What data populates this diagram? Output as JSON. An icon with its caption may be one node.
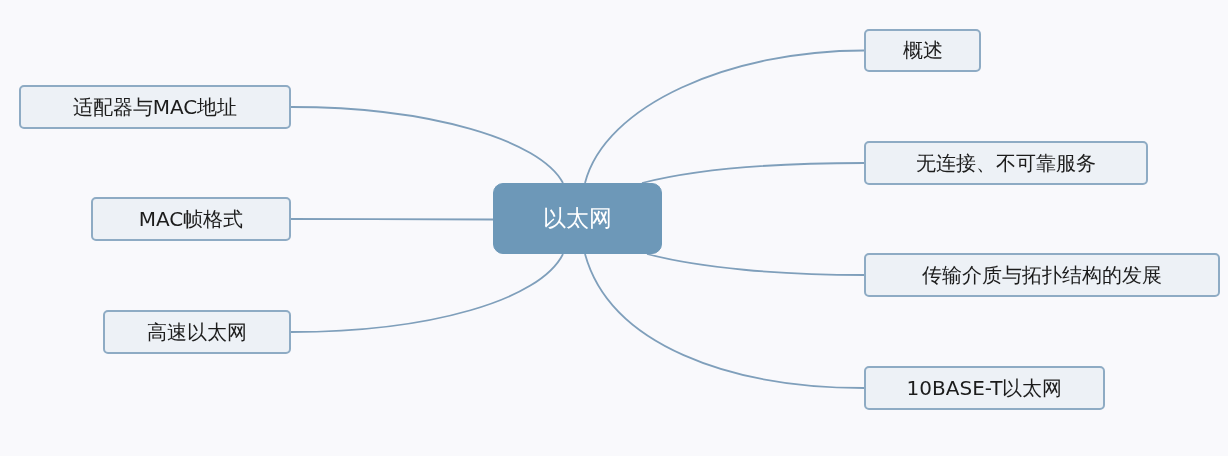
{
  "diagram": {
    "nodes": [
      {
        "text": [
          "以太网"
        ]
      },
      {
        "text": [
          "概述"
        ]
      },
      {
        "text": [
          "无连接、不可靠服务"
        ]
      },
      {
        "text": [
          "传输介质与拓扑结构的发展"
        ]
      },
      {
        "text": [
          "10BASE-T以太网"
        ]
      },
      {
        "text": [
          "适配器与MAC地址"
        ]
      },
      {
        "text": [
          "MAC帧格式"
        ]
      },
      {
        "text": [
          "高速以太网"
        ]
      }
    ],
    "edges": [
      {
        "from": 0,
        "to": 1,
        "arrow": "none"
      },
      {
        "from": 0,
        "to": 2,
        "arrow": "none"
      },
      {
        "from": 0,
        "to": 3,
        "arrow": "none"
      },
      {
        "from": 0,
        "to": 4,
        "arrow": "none"
      },
      {
        "from": 0,
        "to": 5,
        "arrow": "none"
      },
      {
        "from": 0,
        "to": 6,
        "arrow": "none"
      },
      {
        "from": 0,
        "to": 7,
        "arrow": "none"
      }
    ]
  }
}
